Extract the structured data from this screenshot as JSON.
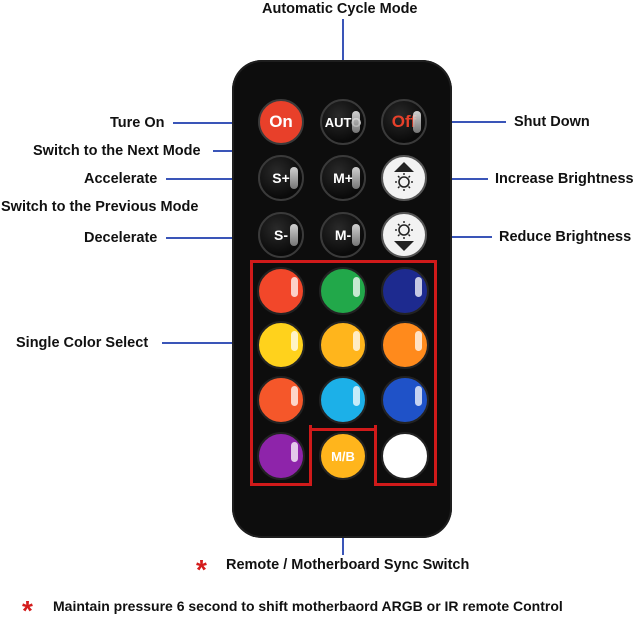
{
  "labels": {
    "auto_cycle": "Automatic Cycle Mode",
    "ture_on": "Ture On",
    "shut_down": "Shut Down",
    "next_mode": "Switch to the Next Mode",
    "accelerate": "Accelerate",
    "increase_brightness": "Increase Brightness",
    "previous_mode": "Switch to the Previous Mode",
    "decelerate": "Decelerate",
    "reduce_brightness": "Reduce Brightness",
    "single_color": "Single Color Select",
    "sync_switch": "Remote / Motherboard Sync Switch",
    "maintain_pressure": "Maintain pressure 6 second to shift motherbaord ARGB or IR remote Control"
  },
  "buttons": {
    "on": "On",
    "auto": "AUTO",
    "off": "Off",
    "s_plus": "S+",
    "m_plus": "M+",
    "s_minus": "S-",
    "m_minus": "M-",
    "mb": "M/B"
  },
  "symbols": {
    "star": "*"
  },
  "colors": {
    "callout_line": "#3a55b8",
    "frame": "#d01a1a",
    "on_button": "#e8402a",
    "off_text": "#e8402a",
    "red": "#f2472a",
    "green": "#22a84a",
    "navy": "#1d2a8f",
    "yellow": "#ffd21c",
    "amber": "#ffb51c",
    "orange": "#ff8a1c",
    "sky": "#1cb0e8",
    "blue": "#1f52c8",
    "purple": "#8e24aa",
    "white": "#ffffff"
  }
}
